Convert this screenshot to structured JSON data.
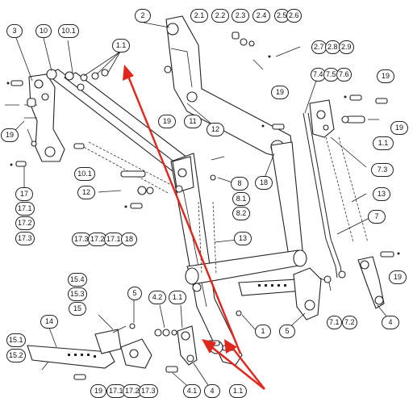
{
  "callouts": [
    "1.1",
    "2",
    "2.1",
    "2.2",
    "2.3",
    "2.4",
    "2.5",
    "2.6",
    "3",
    "10",
    "10.1",
    "2.7",
    "2.8",
    "2.9",
    "7.4",
    "7.5",
    "7.6",
    "19",
    "19",
    "11",
    "19",
    "19",
    "19",
    "12",
    "18",
    "1.1",
    "7.3",
    "10.1",
    "8",
    "17",
    "12",
    "8.1",
    "8.2",
    "13",
    "17.1",
    "17.2",
    "17.3",
    "7",
    "17.3",
    "17.2",
    "17.1",
    "18",
    "13",
    "19",
    "15.4",
    "15.3",
    "15",
    "5",
    "4.2",
    "1.1",
    "1",
    "5",
    "7.1",
    "7.2",
    "4",
    "14",
    "15.1",
    "15.2",
    "19",
    "17.1",
    "17.2",
    "17.3",
    "4.1",
    "4",
    "1.1"
  ],
  "colors": {
    "arrow": "#e1261c",
    "line": "#222222",
    "background": "#ffffff"
  }
}
